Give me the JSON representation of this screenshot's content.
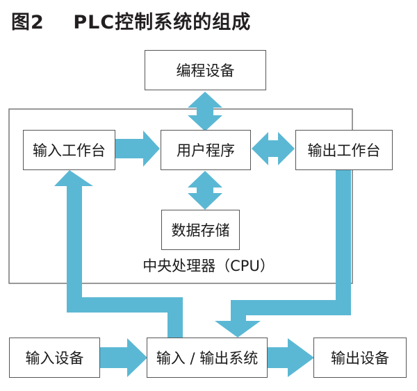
{
  "figure": {
    "title": "图2    PLC控制系统的组成",
    "arrow_color": "#5bb8d4",
    "border_color": "#555555"
  },
  "nodes": {
    "programming_device": "编程设备",
    "input_table": "输入工作台",
    "user_program": "用户程序",
    "output_table": "输出工作台",
    "data_storage": "数据存储",
    "cpu_label": "中央处理器（CPU）",
    "input_device": "输入设备",
    "io_system": "输入 / 输出系统",
    "output_device": "输出设备"
  },
  "connections": [
    {
      "from": "编程设备",
      "to": "用户程序",
      "type": "bidirectional"
    },
    {
      "from": "输入工作台",
      "to": "用户程序",
      "type": "directed"
    },
    {
      "from": "用户程序",
      "to": "输出工作台",
      "type": "bidirectional"
    },
    {
      "from": "用户程序",
      "to": "数据存储",
      "type": "bidirectional"
    },
    {
      "from": "输入 / 输出系统",
      "to": "输入工作台",
      "type": "directed"
    },
    {
      "from": "输出工作台",
      "to": "输入 / 输出系统",
      "type": "directed"
    },
    {
      "from": "输入设备",
      "to": "输入 / 输出系统",
      "type": "directed"
    },
    {
      "from": "输入 / 输出系统",
      "to": "输出设备",
      "type": "directed"
    }
  ]
}
